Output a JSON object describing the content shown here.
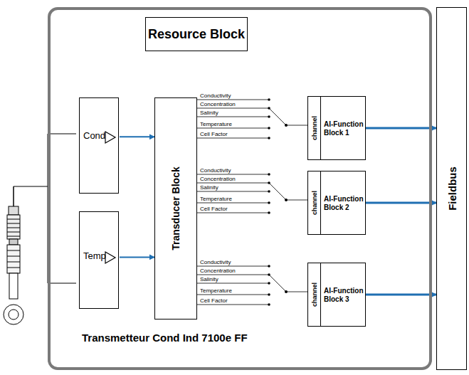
{
  "diagram": {
    "nodes": [
      {
        "text": [
          "Transmetteur Cond Ind 7100e FF"
        ]
      },
      {
        "text": [
          "Resource Block"
        ],
        "in": 0
      },
      {
        "text": [
          "Cond"
        ],
        "in": 0
      },
      {
        "text": [
          "Temp"
        ],
        "in": 0
      },
      {
        "text": [
          "Transducer Block"
        ],
        "in": 0
      },
      {
        "text": [
          "channel",
          "AI-Function Block 1"
        ],
        "in": 0
      },
      {
        "text": [
          "channel",
          "AI-Function Block 2"
        ],
        "in": 0
      },
      {
        "text": [
          "channel",
          "AI-Function Block 3"
        ],
        "in": 0
      },
      {
        "text": [
          "Fieldbus"
        ]
      }
    ],
    "edges": [
      {
        "from": 2,
        "to": 4,
        "arrow": "to"
      },
      {
        "from": 3,
        "to": 4,
        "arrow": "to"
      },
      {
        "from": 4,
        "to": 5,
        "arrow": "none"
      },
      {
        "from": 4,
        "to": 6,
        "arrow": "none"
      },
      {
        "from": 4,
        "to": 7,
        "arrow": "none"
      },
      {
        "from": 5,
        "to": 8,
        "arrow": "to"
      },
      {
        "from": 6,
        "to": 8,
        "arrow": "to"
      },
      {
        "from": 7,
        "to": 8,
        "arrow": "to"
      }
    ],
    "labels": [
      "Conductivity",
      "Concentration",
      "Salinity",
      "Temperature",
      "Cell Factor",
      "Conductivity",
      "Concentration",
      "Salinity",
      "Temperature",
      "Cell Factor",
      "Conductivity",
      "Concentration",
      "Salinity",
      "Temperature",
      "Cell Factor"
    ]
  }
}
